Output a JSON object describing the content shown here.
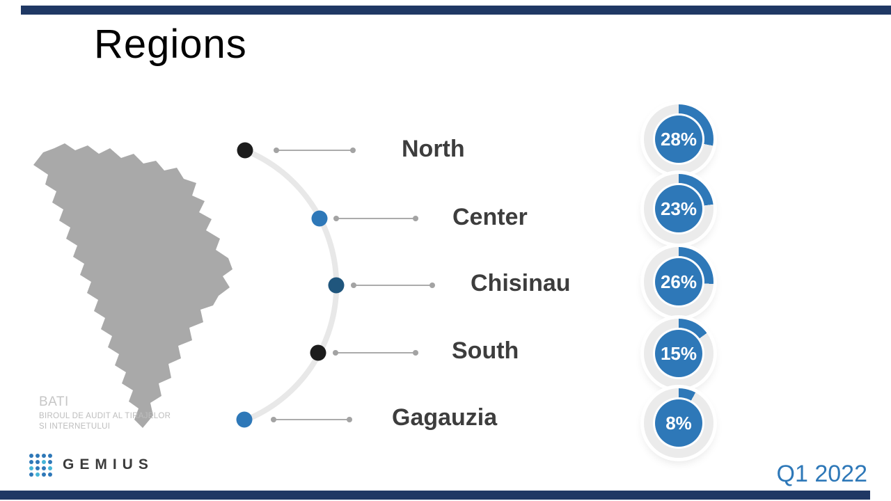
{
  "slide": {
    "title": "Regions",
    "period_label": "Q1 2022"
  },
  "chart_data": {
    "type": "pie",
    "variant": "donut-gauges",
    "title": "Regions",
    "categories": [
      "North",
      "Center",
      "Chisinau",
      "South",
      "Gagauzia"
    ],
    "values": [
      28,
      23,
      26,
      15,
      8
    ],
    "unit": "%",
    "value_labels": [
      "28%",
      "23%",
      "26%",
      "15%",
      "8%"
    ],
    "annotations": [
      "Q1 2022"
    ],
    "legend_position": "none",
    "notes": "Each region shown as a donut gauge filled clockwise from 12 o'clock; map of Moldova with dots on an arc linking regions to gauges."
  },
  "regions": [
    {
      "name": "North",
      "pct": 28,
      "value_label": "28%",
      "dot_color": "#1c1c1c"
    },
    {
      "name": "Center",
      "pct": 23,
      "value_label": "23%",
      "dot_color": "#2e78b8"
    },
    {
      "name": "Chisinau",
      "pct": 26,
      "value_label": "26%",
      "dot_color": "#20567d"
    },
    {
      "name": "South",
      "pct": 15,
      "value_label": "15%",
      "dot_color": "#1c1c1c"
    },
    {
      "name": "Gagauzia",
      "pct": 8,
      "value_label": "8%",
      "dot_color": "#2e78b8"
    }
  ],
  "footer": {
    "bati_title": "BATI",
    "bati_line1": "BIROUL DE AUDIT AL TIRAJELOR",
    "bati_line2": "SI INTERNETULUI",
    "logo_text": "GEMIUS"
  },
  "colors": {
    "accent": "#2e78b8",
    "ring": "#ebebeb",
    "bar_navy": "#1f3864",
    "map_gray": "#a9a9a9",
    "arc_gray": "#e8e8e8",
    "label_text": "#3d3d3d"
  }
}
